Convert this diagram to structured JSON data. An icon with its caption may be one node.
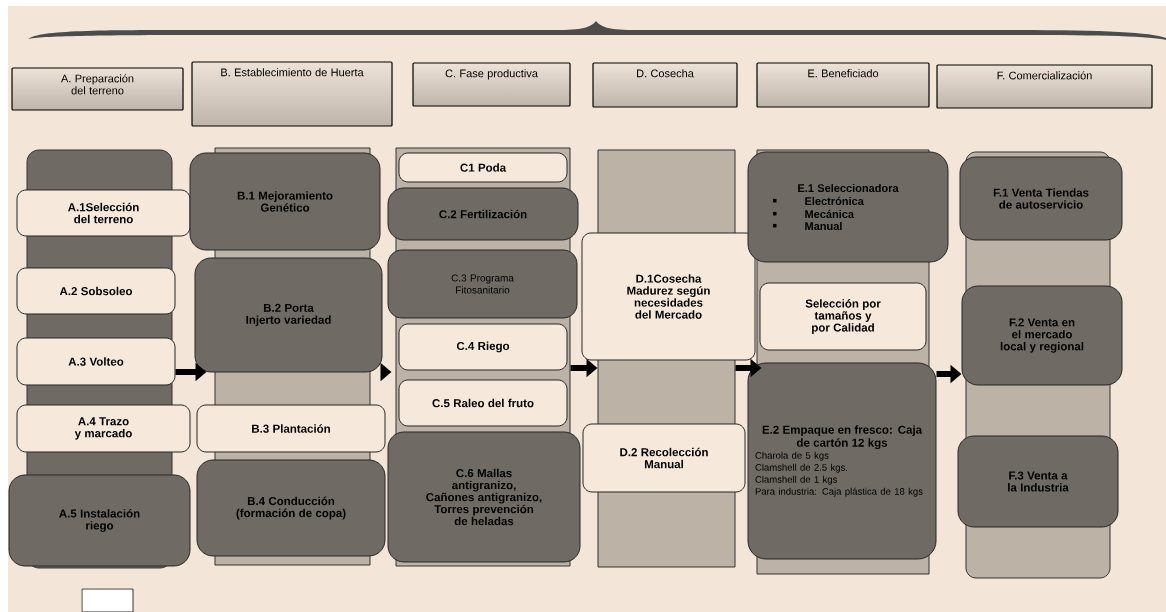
{
  "diagram": {
    "nodes": [
      {
        "text": [
          "A. Preparación del terreno"
        ]
      },
      {
        "text": [
          "B. Establecimiento de Huerta"
        ]
      },
      {
        "text": [
          "C. Fase productiva"
        ]
      },
      {
        "text": [
          "D. Cosecha"
        ]
      },
      {
        "text": [
          "E. Beneficiado"
        ]
      },
      {
        "text": [
          "F. Comercialización"
        ]
      },
      {
        "text": [],
        "shape": "bar"
      },
      {
        "text": [
          "A.1Selección del terreno"
        ]
      },
      {
        "text": [
          "A.2 Sobsoleo"
        ]
      },
      {
        "text": [
          "A.3 Volteo"
        ]
      },
      {
        "text": [
          "A.4 Trazo y marcado"
        ]
      },
      {
        "text": [
          "A.5 Instalación riego"
        ]
      },
      {
        "text": [],
        "shape": "bar"
      },
      {
        "text": [
          "B.1 Mejoramiento Genético"
        ]
      },
      {
        "text": [
          "B.2 Porta Injerto variedad"
        ]
      },
      {
        "text": [
          "B.3 Plantación"
        ]
      },
      {
        "text": [
          "B.4 Conducción (formación de copa)"
        ]
      },
      {
        "text": [],
        "shape": "bar"
      },
      {
        "text": [
          "C1 Poda"
        ],
        "in": 17
      },
      {
        "text": [
          "C.2 Fertilización"
        ]
      },
      {
        "text": [
          "C.3 Programa Fitosanitario"
        ]
      },
      {
        "text": [
          "C.4 Riego"
        ],
        "in": 17
      },
      {
        "text": [
          "C.5 Raleo del fruto"
        ],
        "in": 17
      },
      {
        "text": [
          "C.6 Mallas antigranizo, Cañones antigranizo, Torres prevención de heladas"
        ]
      },
      {
        "text": [],
        "shape": "bar"
      },
      {
        "text": [
          "D.1Cosecha Madurez según necesidades del Mercado"
        ]
      },
      {
        "text": [
          "D.2 Recolección Manual"
        ]
      },
      {
        "text": [],
        "shape": "bar"
      },
      {
        "text": [
          "E.1 Seleccionadora",
          "Electrónica",
          "Mecánica",
          "Manual"
        ]
      },
      {
        "text": [
          "Selección por tamaños y por Calidad"
        ],
        "in": 27
      },
      {
        "text": [
          "E.2 Empaque en fresco: Caja de cartón 12 kgs",
          "Charola de 5 kgs",
          "Clamshell de 2.5 kgs.",
          "Clamshell de 1 kgs",
          "Para industria: Caja plástica de 18 kgs"
        ]
      },
      {
        "text": [],
        "shape": "bar"
      },
      {
        "text": [
          "F.1 Venta Tiendas de autoservicio"
        ]
      },
      {
        "text": [
          "F.2 Venta en el mercado local y regional"
        ]
      },
      {
        "text": [
          "F.3 Venta a la Industria"
        ]
      },
      {
        "text": [],
        "shape": "box"
      }
    ],
    "edges": [
      {
        "from": 6,
        "to": 12,
        "arrow": "to"
      },
      {
        "from": 12,
        "to": 17,
        "arrow": "to"
      },
      {
        "from": 17,
        "to": 24,
        "arrow": "to"
      },
      {
        "from": 24,
        "to": 27,
        "arrow": "to"
      },
      {
        "from": 30,
        "to": 33,
        "arrow": "to"
      }
    ]
  }
}
